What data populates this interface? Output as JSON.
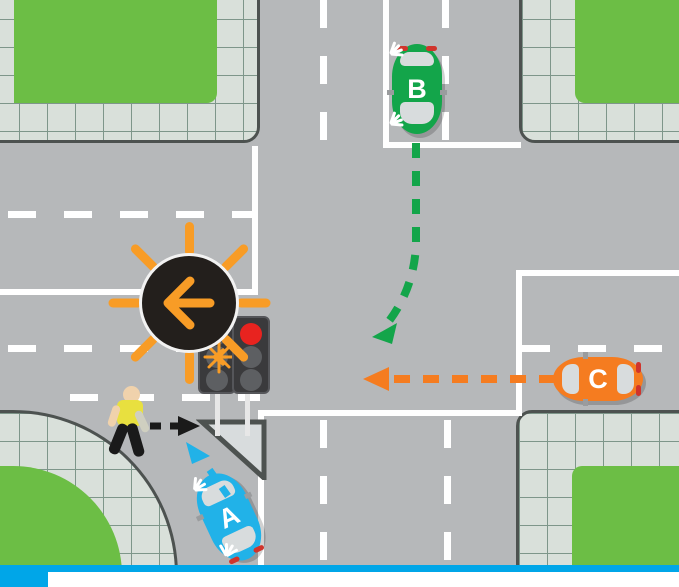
{
  "diagram": {
    "title": "Intersection right-turn-on-red / flashing left arrow scenario",
    "type": "traffic-intersection-illustration",
    "background_color": "#b6b8ba",
    "grass_color": "#6cbe45",
    "sidewalk_color": "#d9e0da",
    "road_line_color": "#ffffff"
  },
  "vehicles": [
    {
      "id": "A",
      "label": "A",
      "color": "#21b2e8",
      "position_deg": -25,
      "description": "blue car approaching stop line from the south, hazard/indicator flashing",
      "path_color": "#21b2e8",
      "path_style": "dashed",
      "path_direction": "forward-left"
    },
    {
      "id": "B",
      "label": "B",
      "color": "#13a54a",
      "position_deg": 0,
      "description": "green car in northbound left-turn pocket heading south, indicators flashing",
      "path_color": "#13a54a",
      "path_style": "dashed",
      "path_direction": "straight-then-left"
    },
    {
      "id": "C",
      "label": "C",
      "color": "#f57c20",
      "position_deg": 0,
      "description": "orange car travelling west along the east approach",
      "path_color": "#f57c20",
      "path_style": "dashed",
      "path_direction": "west"
    }
  ],
  "pedestrian": {
    "name": "pedestrian",
    "shirt_color": "#e8e03f",
    "trouser_color": "#1a1a1a",
    "skin_color": "#f0d2ac",
    "path_color": "#1a1a1a",
    "path_style": "dashed",
    "path_direction": "east"
  },
  "traffic_signals": [
    {
      "name": "left-arrow-signal",
      "lamps": [
        "off",
        "flashing-left-arrow",
        "off"
      ],
      "active_lamp": "flashing-left-arrow",
      "active_color": "#f89c26"
    },
    {
      "name": "through-signal",
      "lamps": [
        "red",
        "off",
        "off"
      ],
      "active_lamp": "red",
      "active_color": "#e8231f"
    }
  ],
  "callout": {
    "name": "flashing-left-arrow-callout",
    "icon": "left-arrow-icon",
    "disc_color": "#231f1c",
    "arrow_color": "#f89c26",
    "ray_color": "#f89c26",
    "ray_count": 8,
    "points_at": "left-arrow-signal"
  },
  "bottom_bar": {
    "color": "#00a6e8"
  }
}
